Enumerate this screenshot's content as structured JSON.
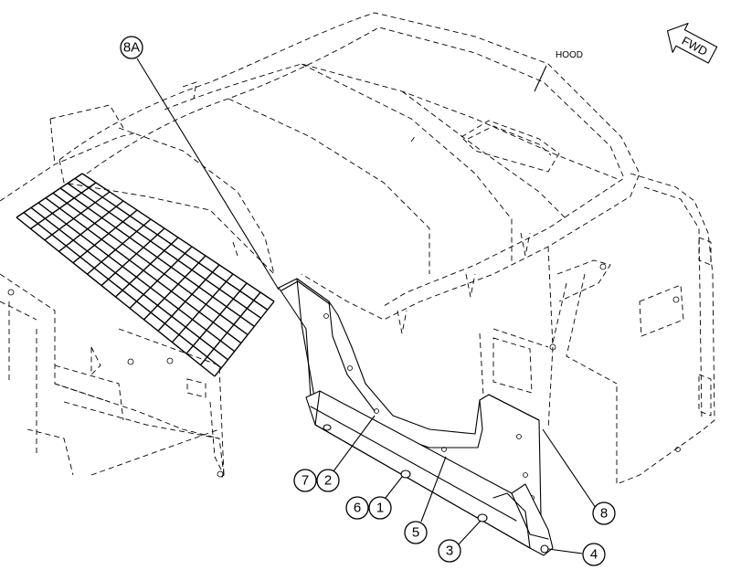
{
  "labels": {
    "hood": "HOOD",
    "fwd": "FWD"
  },
  "callouts": [
    {
      "id": "c8a",
      "text": "8A"
    },
    {
      "id": "c7",
      "text": "7"
    },
    {
      "id": "c2",
      "text": "2"
    },
    {
      "id": "c6",
      "text": "6"
    },
    {
      "id": "c1",
      "text": "1"
    },
    {
      "id": "c5",
      "text": "5"
    },
    {
      "id": "c3",
      "text": "3"
    },
    {
      "id": "c8",
      "text": "8"
    },
    {
      "id": "c4",
      "text": "4"
    }
  ]
}
